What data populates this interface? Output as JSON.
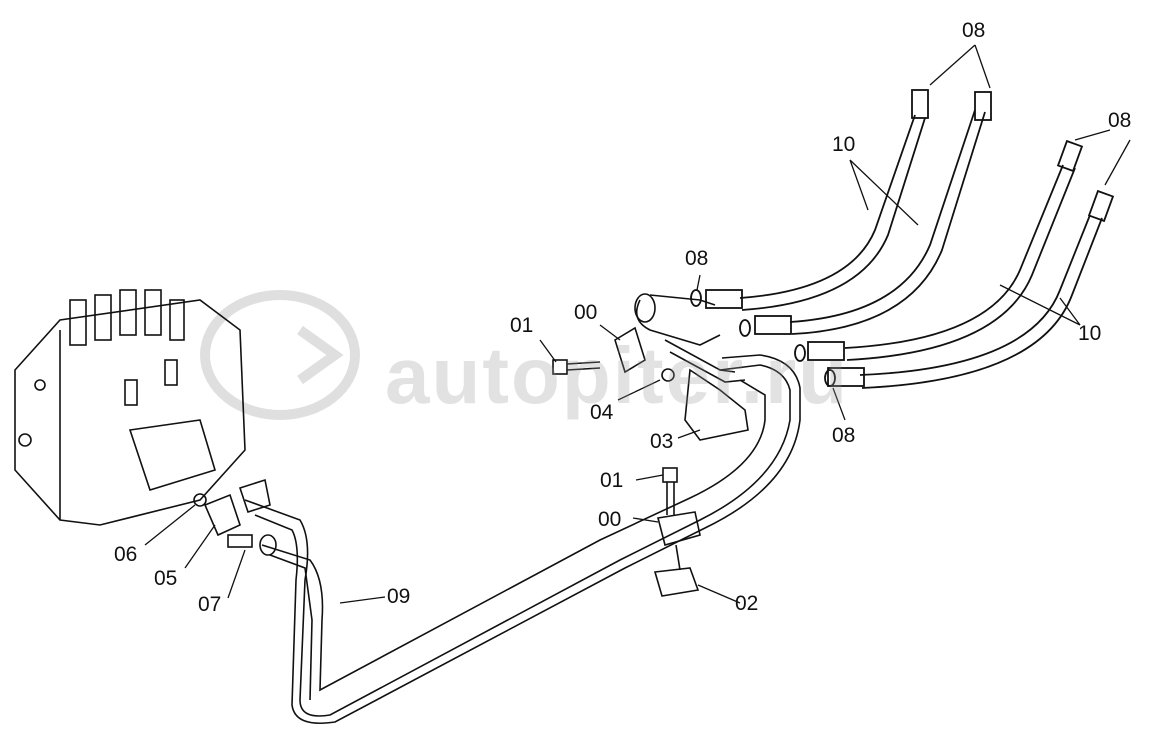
{
  "watermark": "autopiter.ru",
  "callouts": [
    {
      "id": "08-top",
      "text": "08"
    },
    {
      "id": "10-upper",
      "text": "10"
    },
    {
      "id": "08-right",
      "text": "08"
    },
    {
      "id": "08-mid",
      "text": "08"
    },
    {
      "id": "00-upper",
      "text": "00"
    },
    {
      "id": "01-upper",
      "text": "01"
    },
    {
      "id": "10-lower",
      "text": "10"
    },
    {
      "id": "04",
      "text": "04"
    },
    {
      "id": "03",
      "text": "03"
    },
    {
      "id": "08-lower",
      "text": "08"
    },
    {
      "id": "01-lower",
      "text": "01"
    },
    {
      "id": "00-lower",
      "text": "00"
    },
    {
      "id": "06",
      "text": "06"
    },
    {
      "id": "05",
      "text": "05"
    },
    {
      "id": "09",
      "text": "09"
    },
    {
      "id": "02",
      "text": "02"
    },
    {
      "id": "07",
      "text": "07"
    }
  ]
}
